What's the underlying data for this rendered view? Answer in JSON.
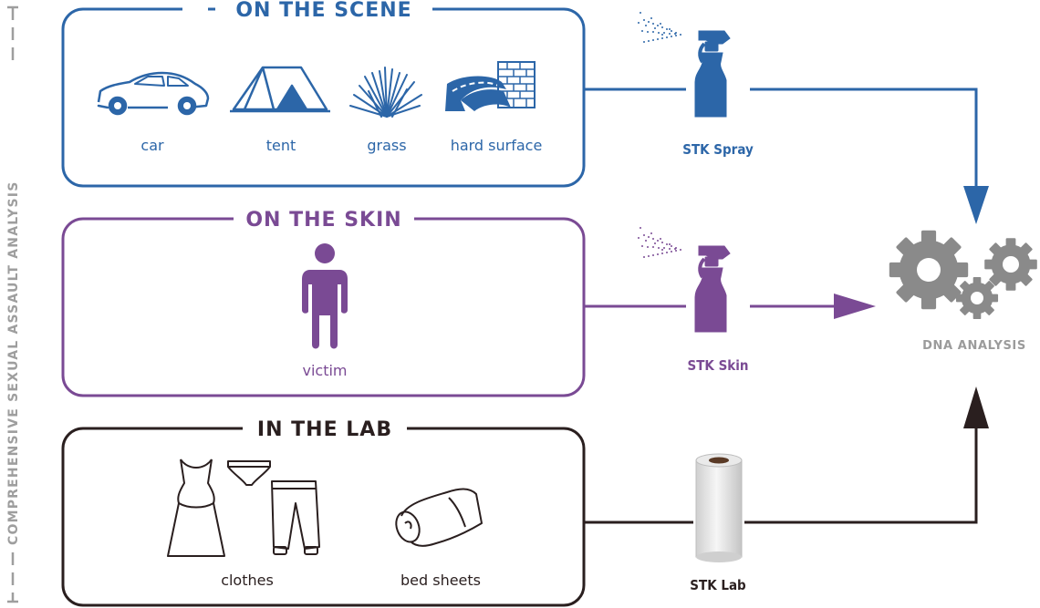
{
  "side_label": "COMPREHENSIVE SEXUAL ASSAULT ANALYSIS",
  "colors": {
    "scene": "#2c66a8",
    "skin": "#7a4a94",
    "lab": "#2a1f1f",
    "gear": "#8a8a8a",
    "side": "#9e9e9e"
  },
  "sections": [
    {
      "title": "ON THE SCENE",
      "items": [
        "car",
        "tent",
        "grass",
        "hard surface"
      ],
      "product": "STK Spray"
    },
    {
      "title": "ON THE SKIN",
      "items": [
        "victim"
      ],
      "product": "STK Skin"
    },
    {
      "title": "IN THE LAB",
      "items": [
        "clothes",
        "bed sheets"
      ],
      "product": "STK Lab"
    }
  ],
  "target": "DNA ANALYSIS"
}
